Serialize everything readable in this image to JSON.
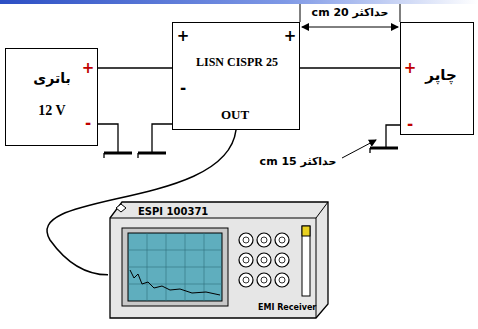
{
  "diagram": {
    "nodes": [
      {
        "text": [
          "باتری",
          "12 V"
        ]
      },
      {
        "text": [
          "LISN  CISPR 25",
          "OUT"
        ]
      },
      {
        "text": [
          "چاپر"
        ]
      },
      {
        "text": [
          "ESPI 100371",
          "EMI Receiver"
        ]
      }
    ],
    "edges": [
      {
        "from": 0,
        "to": 1,
        "arrow": "none"
      },
      {
        "from": 1,
        "to": 2,
        "arrow": "none"
      },
      {
        "from": 1,
        "to": 3,
        "arrow": "none"
      }
    ],
    "labels": [
      "حداکثر 20 cm",
      "حداکثر 15 cm",
      "+",
      "-",
      "+",
      "-",
      "+",
      "+",
      "-"
    ]
  }
}
